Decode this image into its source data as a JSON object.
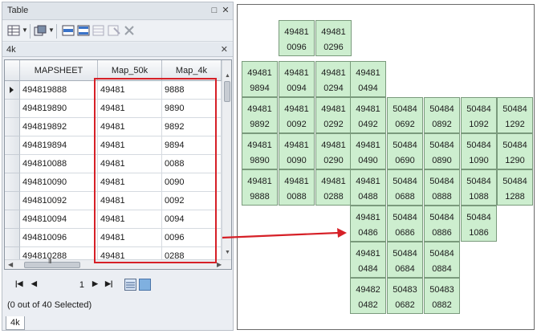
{
  "window": {
    "title": "Table",
    "tab_name": "4k",
    "bottom_tab": "4k",
    "status": "(0 out of 40 Selected)",
    "record_number": "1"
  },
  "table": {
    "columns": [
      "MAPSHEET",
      "Map_50k",
      "Map_4k"
    ],
    "rows": [
      [
        "494819888",
        "49481",
        "9888"
      ],
      [
        "494819890",
        "49481",
        "9890"
      ],
      [
        "494819892",
        "49481",
        "9892"
      ],
      [
        "494819894",
        "49481",
        "9894"
      ],
      [
        "494810088",
        "49481",
        "0088"
      ],
      [
        "494810090",
        "49481",
        "0090"
      ],
      [
        "494810092",
        "49481",
        "0092"
      ],
      [
        "494810094",
        "49481",
        "0094"
      ],
      [
        "494810096",
        "49481",
        "0096"
      ],
      [
        "494810288",
        "49481",
        "0288"
      ]
    ],
    "scroll_grip": "III"
  },
  "icons": {
    "table_options": "table-options-icon",
    "related_tables": "related-tables-icon",
    "select_by_attributes": "select-by-attributes-icon",
    "switch_selection": "switch-selection-icon",
    "clear_selection": "clear-selection-icon",
    "delete_selected": "delete-selected-icon"
  },
  "colors": {
    "highlight": "#d62027",
    "tile_fill": "#cdeecf",
    "arrow": "#d62027"
  },
  "map_tiles": [
    {
      "top": "49481",
      "bottom": "0096"
    },
    {
      "top": "49481",
      "bottom": "0296"
    },
    {
      "top": "49481",
      "bottom": "9894"
    },
    {
      "top": "49481",
      "bottom": "0094"
    },
    {
      "top": "49481",
      "bottom": "0294"
    },
    {
      "top": "49481",
      "bottom": "0494"
    },
    {
      "top": "49481",
      "bottom": "9892"
    },
    {
      "top": "49481",
      "bottom": "0092"
    },
    {
      "top": "49481",
      "bottom": "0292"
    },
    {
      "top": "49481",
      "bottom": "0492"
    },
    {
      "top": "50484",
      "bottom": "0692"
    },
    {
      "top": "50484",
      "bottom": "0892"
    },
    {
      "top": "50484",
      "bottom": "1092"
    },
    {
      "top": "50484",
      "bottom": "1292"
    },
    {
      "top": "49481",
      "bottom": "9890"
    },
    {
      "top": "49481",
      "bottom": "0090"
    },
    {
      "top": "49481",
      "bottom": "0290"
    },
    {
      "top": "49481",
      "bottom": "0490"
    },
    {
      "top": "50484",
      "bottom": "0690"
    },
    {
      "top": "50484",
      "bottom": "0890"
    },
    {
      "top": "50484",
      "bottom": "1090"
    },
    {
      "top": "50484",
      "bottom": "1290"
    },
    {
      "top": "49481",
      "bottom": "9888"
    },
    {
      "top": "49481",
      "bottom": "0088"
    },
    {
      "top": "49481",
      "bottom": "0288"
    },
    {
      "top": "49481",
      "bottom": "0488"
    },
    {
      "top": "50484",
      "bottom": "0688"
    },
    {
      "top": "50484",
      "bottom": "0888"
    },
    {
      "top": "50484",
      "bottom": "1088"
    },
    {
      "top": "50484",
      "bottom": "1288"
    },
    {
      "top": "49481",
      "bottom": "0486"
    },
    {
      "top": "50484",
      "bottom": "0686"
    },
    {
      "top": "50484",
      "bottom": "0886"
    },
    {
      "top": "50484",
      "bottom": "1086"
    },
    {
      "top": "49481",
      "bottom": "0484"
    },
    {
      "top": "50484",
      "bottom": "0684"
    },
    {
      "top": "50484",
      "bottom": "0884"
    },
    {
      "top": "49482",
      "bottom": "0482"
    },
    {
      "top": "50483",
      "bottom": "0682"
    },
    {
      "top": "50483",
      "bottom": "0882"
    }
  ]
}
